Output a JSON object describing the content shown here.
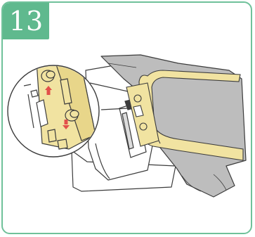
{
  "step": {
    "number": "13"
  },
  "colors": {
    "frame_border": "#6fc19a",
    "badge_background": "#5fb98e",
    "badge_text": "#ffffff",
    "fabric": "#bdbdbd",
    "hoop_yellow": "#f1e3a1",
    "line": "#3c3c3c"
  },
  "illustration": {
    "subject": "embroidery-hoop-attachment",
    "callout": "hoop-pins-into-carriage-slots",
    "arrows": "red-insert-arrows"
  }
}
